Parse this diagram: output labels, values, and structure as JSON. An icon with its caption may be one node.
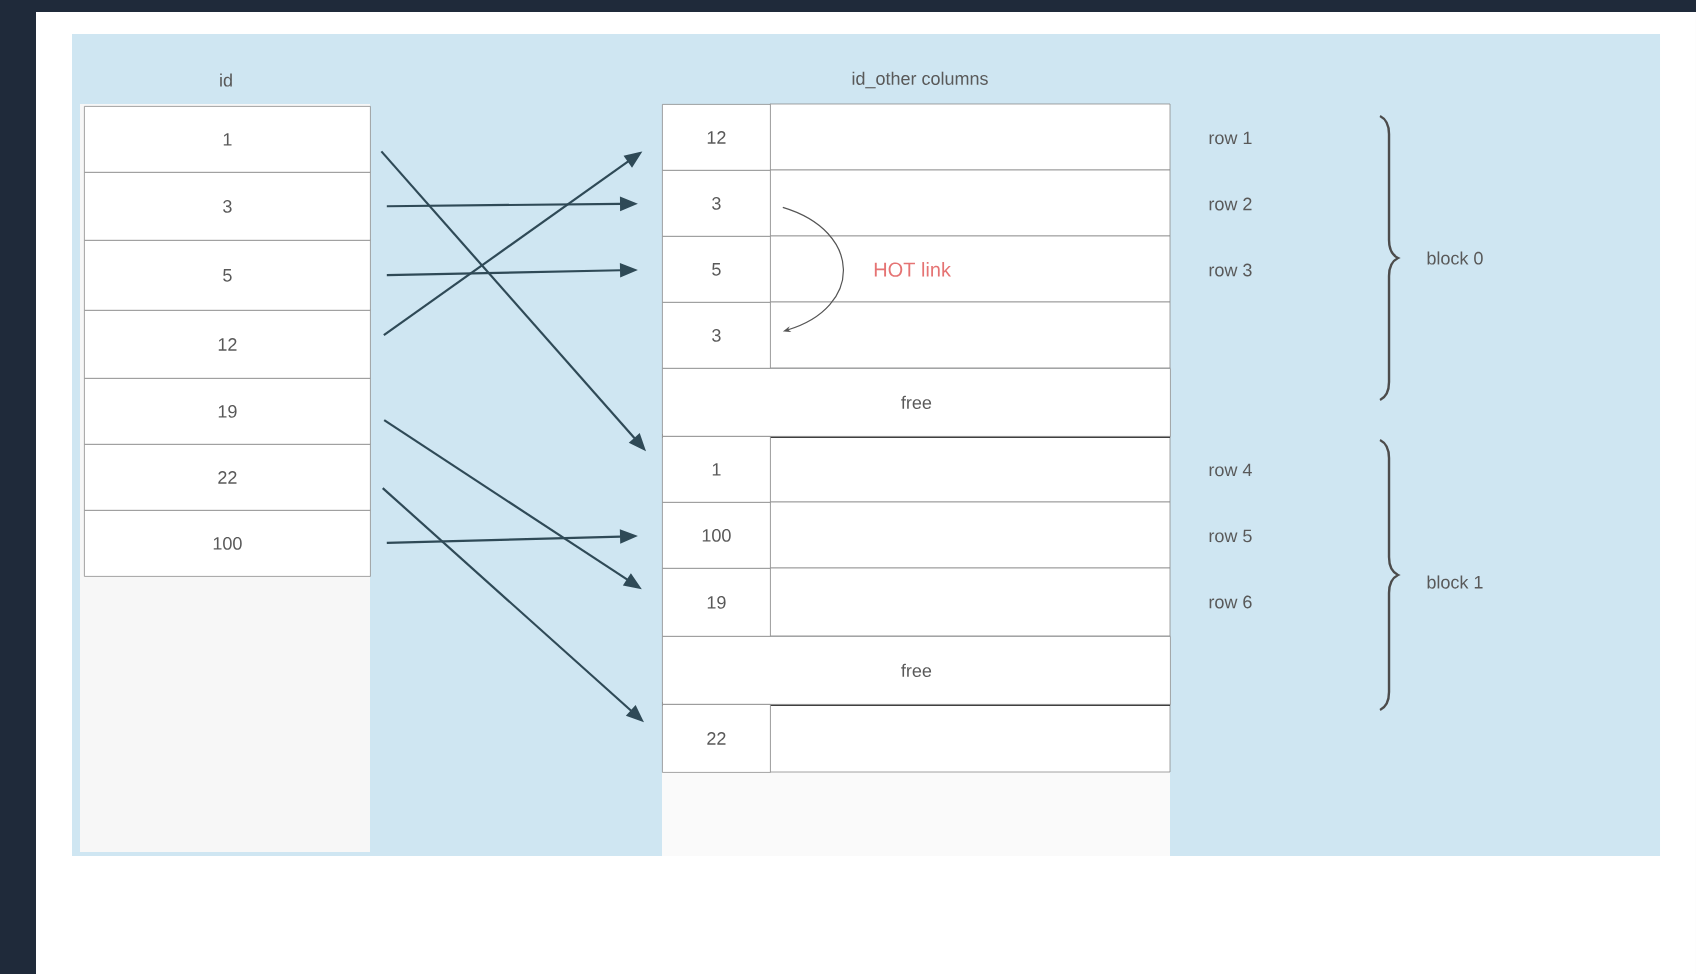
{
  "diagram": {
    "nodes": [
      {
        "text": [
          "1"
        ]
      },
      {
        "text": [
          "3"
        ]
      },
      {
        "text": [
          "5"
        ]
      },
      {
        "text": [
          "12"
        ]
      },
      {
        "text": [
          "19"
        ]
      },
      {
        "text": [
          "22"
        ]
      },
      {
        "text": [
          "100"
        ]
      },
      {
        "text": [
          "12"
        ]
      },
      {
        "text": [
          "3"
        ]
      },
      {
        "text": [
          "5"
        ]
      },
      {
        "text": [
          "3"
        ]
      },
      {
        "text": [
          "free"
        ]
      },
      {
        "text": [
          "1"
        ]
      },
      {
        "text": [
          "100"
        ]
      },
      {
        "text": [
          "19"
        ]
      },
      {
        "text": [
          "free"
        ]
      },
      {
        "text": [
          "22"
        ]
      }
    ],
    "edges": [
      {
        "from": 0,
        "to": 12,
        "arrow": "to"
      },
      {
        "from": 1,
        "to": 8,
        "arrow": "to"
      },
      {
        "from": 2,
        "to": 9,
        "arrow": "to"
      },
      {
        "from": 3,
        "to": 7,
        "arrow": "to"
      },
      {
        "from": 4,
        "to": 14,
        "arrow": "to"
      },
      {
        "from": 5,
        "to": 16,
        "arrow": "to"
      },
      {
        "from": 6,
        "to": 13,
        "arrow": "to"
      },
      {
        "from": 8,
        "to": 10,
        "arrow": "to",
        "label": "HOT link",
        "color": "#555555"
      }
    ],
    "labels": [
      "id",
      "id_other columns",
      "row 1",
      "row 2",
      "row 3",
      "block 0",
      "row 4",
      "row 5",
      "row 6",
      "block 1"
    ]
  }
}
